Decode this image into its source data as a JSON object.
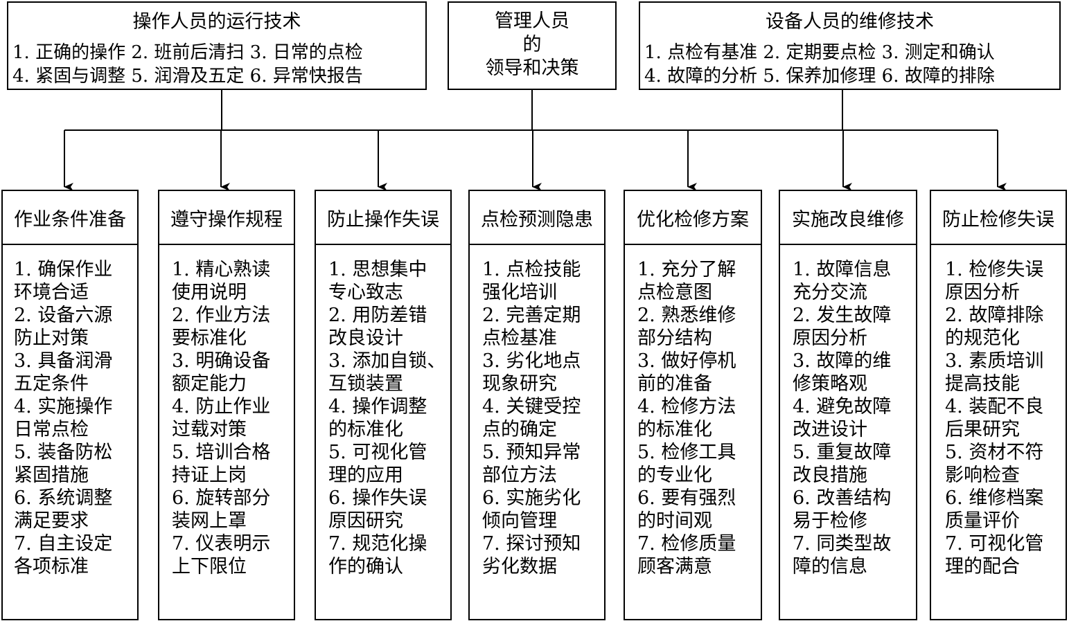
{
  "top_boxes": {
    "operators": {
      "title": "操作人员的运行技术",
      "line1": "1. 正确的操作 2. 班前后清扫 3. 日常的点检",
      "line2": "4. 紧固与调整 5. 润滑及五定 6. 异常快报告"
    },
    "management": {
      "line1": "管理人员",
      "line2": "的",
      "line3": "领导和决策"
    },
    "maintenance": {
      "title": "设备人员的维修技术",
      "line1": "1. 点检有基准 2. 定期要点检 3. 测定和确认",
      "line2": "4. 故障的分析 5. 保养加修理 6. 故障的排除"
    }
  },
  "columns": [
    {
      "header": "作业条件准备",
      "items": [
        "1. 确保作业\n环境合适",
        "2. 设备六源\n防止对策",
        "3. 具备润滑\n五定条件",
        "4. 实施操作\n日常点检",
        "5. 装备防松\n紧固措施",
        "6. 系统调整\n满足要求",
        "7. 自主设定\n各项标准"
      ]
    },
    {
      "header": "遵守操作规程",
      "items": [
        "1. 精心熟读\n使用说明",
        "2. 作业方法\n要标准化",
        "3. 明确设备\n额定能力",
        "4. 防止作业\n过载对策",
        "5. 培训合格\n持证上岗",
        "6. 旋转部分\n装网上罩",
        "7. 仪表明示\n上下限位"
      ]
    },
    {
      "header": "防止操作失误",
      "items": [
        "1. 思想集中\n专心致志",
        "2. 用防差错\n改良设计",
        "3. 添加自锁、\n互锁装置",
        "4. 操作调整\n的标准化",
        "5. 可视化管\n理的应用",
        "6. 操作失误\n原因研究",
        "7. 规范化操\n作的确认"
      ]
    },
    {
      "header": "点检预测隐患",
      "items": [
        "1. 点检技能\n强化培训",
        "2. 完善定期\n点检基准",
        "3. 劣化地点\n现象研究",
        "4. 关键受控\n点的确定",
        "5. 预知异常\n部位方法",
        "6. 实施劣化\n倾向管理",
        "7. 探讨预知\n劣化数据"
      ]
    },
    {
      "header": "优化检修方案",
      "items": [
        "1. 充分了解\n点检意图",
        "2. 熟悉维修\n部分结构",
        "3. 做好停机\n前的准备",
        "4. 检修方法\n的标准化",
        "5. 检修工具\n的专业化",
        "6. 要有强烈\n的时间观",
        "7. 检修质量\n顾客满意"
      ]
    },
    {
      "header": "实施改良维修",
      "items": [
        "1. 故障信息\n充分交流",
        "2. 发生故障\n原因分析",
        "3. 故障的维\n修策略观",
        "4. 避免故障\n改进设计",
        "5. 重复故障\n改良措施",
        "6. 改善结构\n易于检修",
        "7. 同类型故\n障的信息"
      ]
    },
    {
      "header": "防止检修失误",
      "items": [
        "1. 检修失误\n原因分析",
        "2. 故障排除\n的规范化",
        "3. 素质培训\n提高技能",
        "4. 装配不良\n后果研究",
        "5. 资材不符\n影响检查",
        "6. 维修档案\n质量评价",
        "7. 可视化管\n理的配合"
      ]
    }
  ]
}
